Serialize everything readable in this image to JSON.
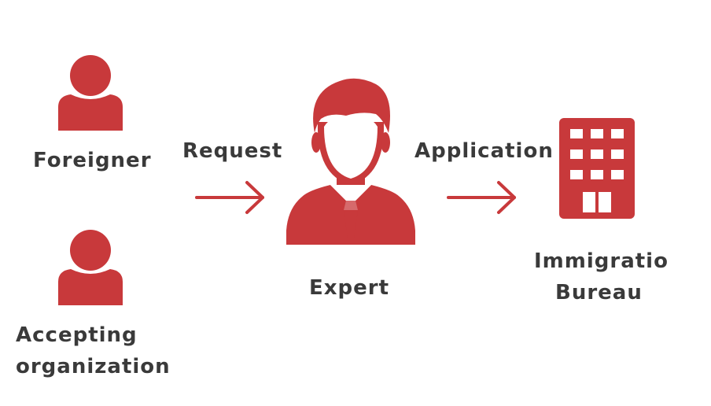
{
  "colors": {
    "accent": "#c8393b",
    "text": "#3a3a3a"
  },
  "nodes": {
    "foreigner": {
      "label": "Foreigner",
      "icon": "person-icon"
    },
    "accepting_org": {
      "line1": "Accepting",
      "line2": "organization",
      "icon": "person-icon"
    },
    "expert": {
      "label": "Expert",
      "icon": "businessman-icon"
    },
    "immigration": {
      "line1": "Immigratio",
      "line2": "Bureau",
      "icon": "building-icon"
    }
  },
  "edges": {
    "request": {
      "label": "Request",
      "icon": "arrow-right-icon"
    },
    "application": {
      "label": "Application",
      "icon": "arrow-right-icon"
    }
  }
}
